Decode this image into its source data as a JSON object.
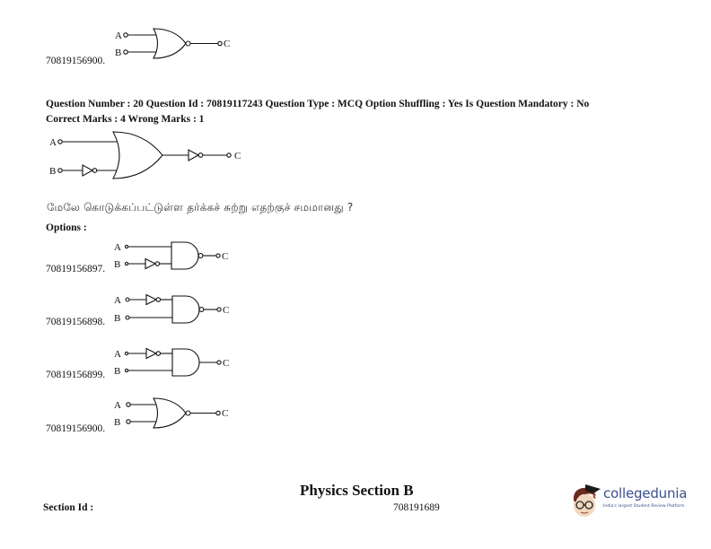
{
  "prev_option": {
    "id": "70819156900.",
    "input_a": "A",
    "input_b": "B",
    "output": "C",
    "gate": "NOR"
  },
  "question": {
    "meta_line1": "Question Number : 20 Question Id : 70819117243 Question Type : MCQ Option Shuffling : Yes Is Question Mandatory : No",
    "meta_line2": "Correct Marks : 4 Wrong Marks : 1",
    "diagram": {
      "input_a": "A",
      "input_b": "B",
      "output": "C",
      "description": "OR gate with inverted B input, followed by NOT gate"
    },
    "text": "மேலே கொடுக்கப்பட்டுள்ள தர்க்கச் சுற்று எதற்குச் சமமானது ?",
    "options_label": "Options :"
  },
  "options": [
    {
      "id": "70819156897.",
      "input_a": "A",
      "input_b": "B",
      "output": "C",
      "gate": "NAND with inverted B"
    },
    {
      "id": "70819156898.",
      "input_a": "A",
      "input_b": "B",
      "output": "C",
      "gate": "NAND with inverted A"
    },
    {
      "id": "70819156899.",
      "input_a": "A",
      "input_b": "B",
      "output": "C",
      "gate": "AND with inverted A"
    },
    {
      "id": "70819156900.",
      "input_a": "A",
      "input_b": "B",
      "output": "C",
      "gate": "NOR"
    }
  ],
  "section": {
    "title": "Physics Section B",
    "id_label": "Section Id :",
    "id_value": "708191689"
  },
  "logo": {
    "name": "collegedunia",
    "tagline": "India's largest Student Review Platform",
    "color": "#3b4f8c"
  }
}
